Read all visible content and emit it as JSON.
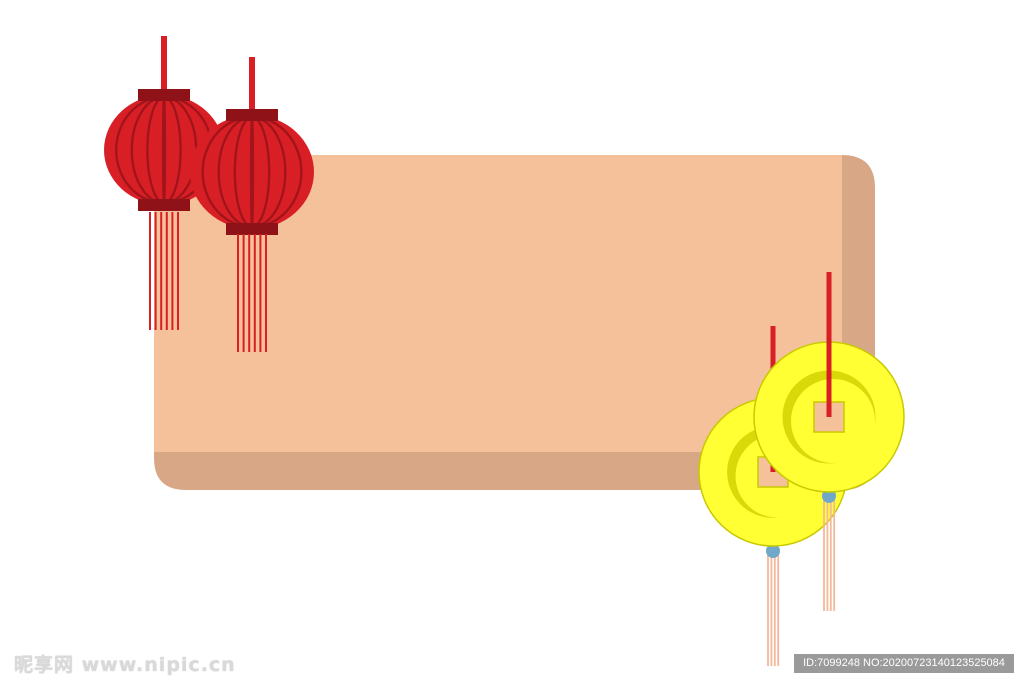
{
  "banner": {
    "face_color": "#f4c19a",
    "shadow_color": "#d8a886"
  },
  "lanterns": {
    "body_color": "#d91f26",
    "rib_color": "#a1141a",
    "cap_color": "#8e1218",
    "tassel_color": "#d91f26",
    "count": 2
  },
  "coins": {
    "rim_color": "#ffff33",
    "inner_color": "#d9d90a",
    "string_color": "#d91f26",
    "tassel_color": "#f4b89a",
    "bead_color": "#6fa8c9",
    "count": 2
  },
  "watermark": {
    "site_text": "昵享网 www.nipic.cn",
    "id_text": "ID:7099248 NO:20200723140123525084"
  }
}
